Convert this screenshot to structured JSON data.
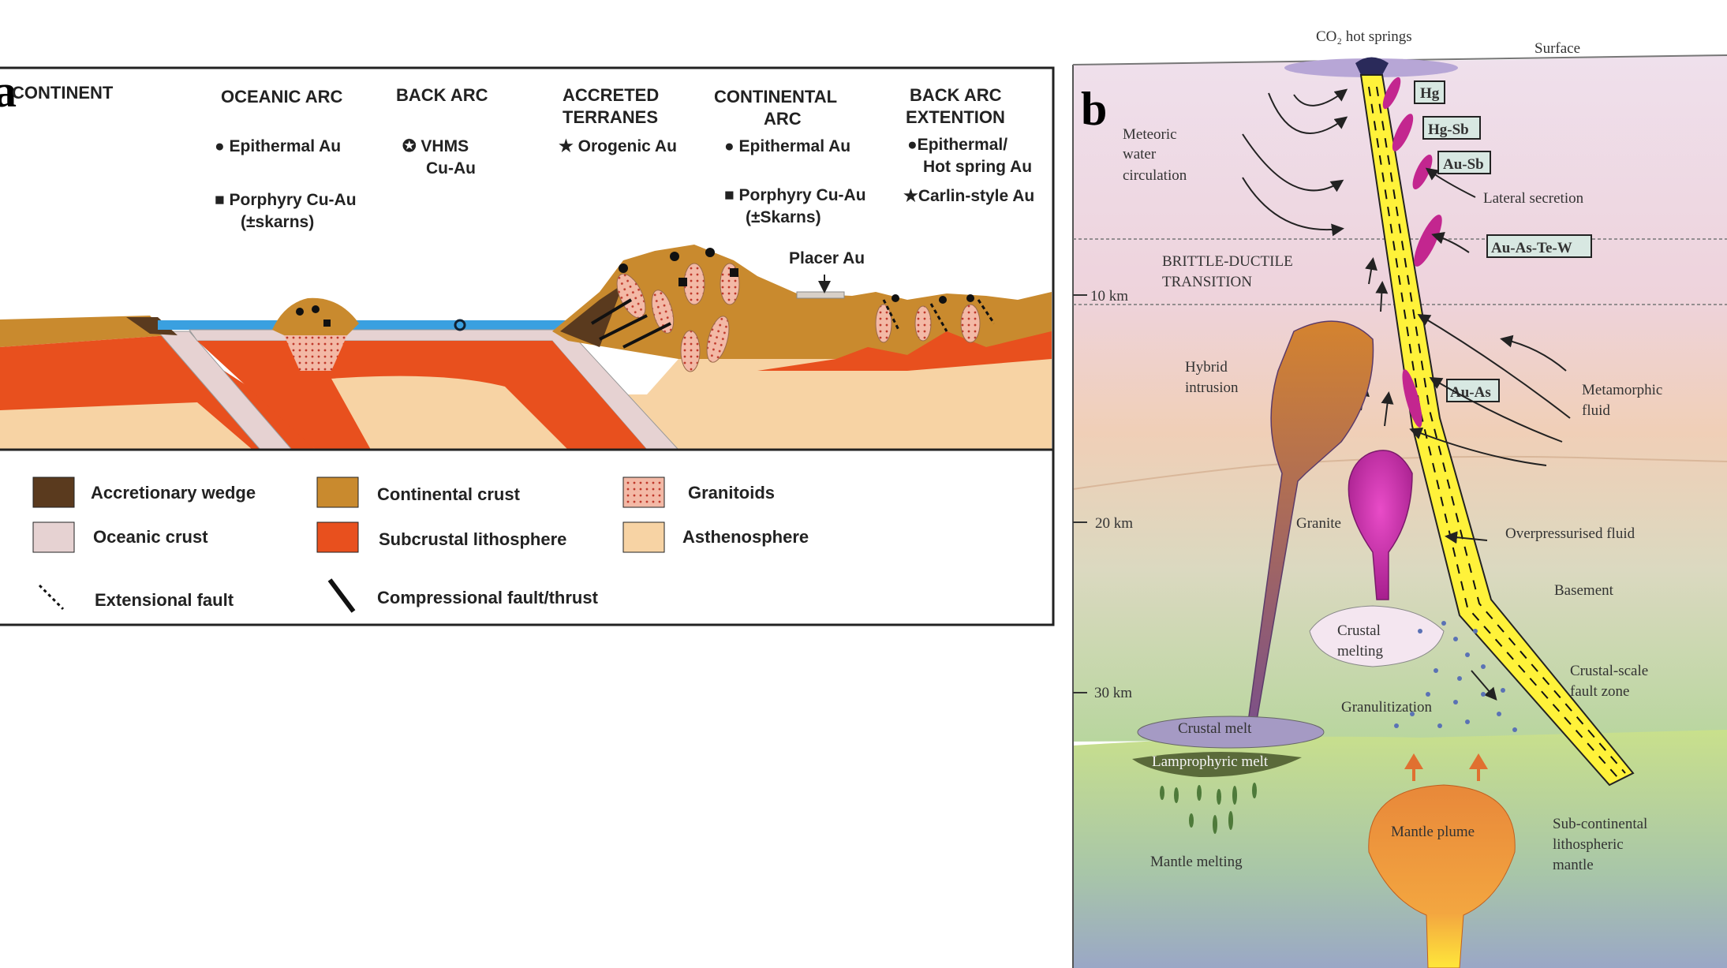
{
  "panel_a": {
    "letter": "a",
    "settings": {
      "continent": "CONTINENT",
      "oceanic_arc": "OCEANIC ARC",
      "back_arc": "BACK ARC",
      "accreted_1": "ACCRETED",
      "accreted_2": "TERRANES",
      "cont_arc_1": "CONTINENTAL",
      "cont_arc_2": "ARC",
      "back_arc_ext_1": "BACK ARC",
      "back_arc_ext_2": "EXTENTION"
    },
    "deposits": {
      "oa_epithermal": "● Epithermal Au",
      "oa_porphyry_1": "■ Porphyry Cu-Au",
      "oa_porphyry_2": "(±skarns)",
      "ba_vhms_1": "✪ VHMS",
      "ba_vhms_2": "Cu-Au",
      "at_orogenic": "★ Orogenic Au",
      "ca_epithermal": "● Epithermal Au",
      "ca_porphyry_1": "■ Porphyry Cu-Au",
      "ca_porphyry_2": "(±Skarns)",
      "bae_epithermal_1": "●Epithermal/",
      "bae_epithermal_2": "Hot spring Au",
      "bae_carlin": "★Carlin-style Au",
      "placer": "Placer Au"
    },
    "legend": {
      "accretionary_wedge": "Accretionary wedge",
      "continental_crust": "Continental crust",
      "granitoids": "Granitoids",
      "oceanic_crust": "Oceanic crust",
      "subcrustal_lithosphere": "Subcrustal lithosphere",
      "asthenosphere": "Asthenosphere",
      "extensional_fault": "Extensional fault",
      "compressional_fault": "Compressional fault/thrust"
    },
    "colors": {
      "accretionary_wedge": "#5a3a1e",
      "continental_crust": "#c98a2e",
      "oceanic_crust": "#e6d2d2",
      "subcrustal_lithosphere": "#e8501e",
      "asthenosphere": "#f7d3a4",
      "ocean": "#3aa0e0"
    }
  },
  "panel_b": {
    "letter": "b",
    "labels": {
      "co2_springs": "CO₂ hot springs",
      "surface": "Surface",
      "meteoric_1": "Meteoric",
      "meteoric_2": "water",
      "meteoric_3": "circulation",
      "brittle_1": "BRITTLE-DUCTILE",
      "brittle_2": "TRANSITION",
      "lateral": "Lateral secretion",
      "hybrid_1": "Hybrid",
      "hybrid_2": "intrusion",
      "metamorphic_1": "Metamorphic",
      "metamorphic_2": "fluid",
      "granite": "Granite",
      "overpressurised": "Overpressurised fluid",
      "basement": "Basement",
      "crustal_melting_1": "Crustal",
      "crustal_melting_2": "melting",
      "crustal_scale_1": "Crustal-scale",
      "crustal_scale_2": "fault zone",
      "granulitization": "Granulitization",
      "crustal_melt": "Crustal melt",
      "lamprophyric": "Lamprophyric melt",
      "mantle_melting": "Mantle melting",
      "mantle_plume": "Mantle plume",
      "sclm_1": "Sub-continental",
      "sclm_2": "lithospheric",
      "sclm_3": "mantle"
    },
    "depths": {
      "d10": "10 km",
      "d20": "20 km",
      "d30": "30 km"
    },
    "metal_boxes": {
      "hg": "Hg",
      "hgsb": "Hg-Sb",
      "ausb": "Au-Sb",
      "auaste": "Au-As-Te-W",
      "auas": "Au-As"
    }
  }
}
